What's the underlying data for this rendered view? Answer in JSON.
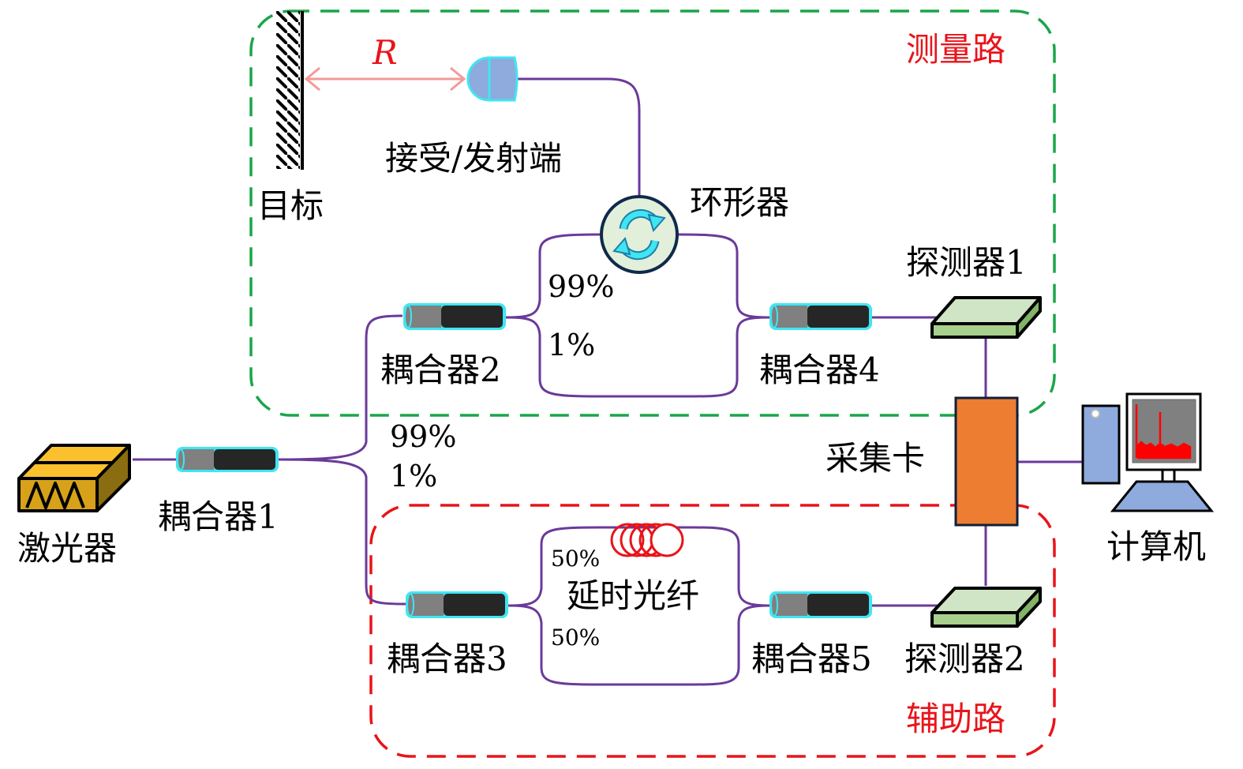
{
  "colors": {
    "measure_box": "#1aa64a",
    "aux_box": "#e8141a",
    "fiber": "#6a3a9a",
    "range_arrow": "#f29a9a",
    "coupler_outline": "#3fe6f2",
    "laser": "#e8b820",
    "detector": "#a9d18e",
    "daq": "#ed7d31",
    "computer": "#8faadc",
    "delay_coil": "#e8141a"
  },
  "regions": {
    "measurement_path": "测量路",
    "auxiliary_path": "辅助路"
  },
  "components": {
    "laser": "激光器",
    "coupler1": "耦合器1",
    "coupler2": "耦合器2",
    "coupler3": "耦合器3",
    "coupler4": "耦合器4",
    "coupler5": "耦合器5",
    "circulator": "环形器",
    "transceiver": "接受/发射端",
    "target": "目标",
    "range": "R",
    "detector1": "探测器1",
    "detector2": "探测器2",
    "daq_card": "采集卡",
    "computer": "计算机",
    "delay_fiber": "延时光纤"
  },
  "ratios": {
    "c1_upper": "99%",
    "c1_lower": "1%",
    "c2_upper": "99%",
    "c2_lower": "1%",
    "c3_upper": "50%",
    "c3_lower": "50%"
  }
}
